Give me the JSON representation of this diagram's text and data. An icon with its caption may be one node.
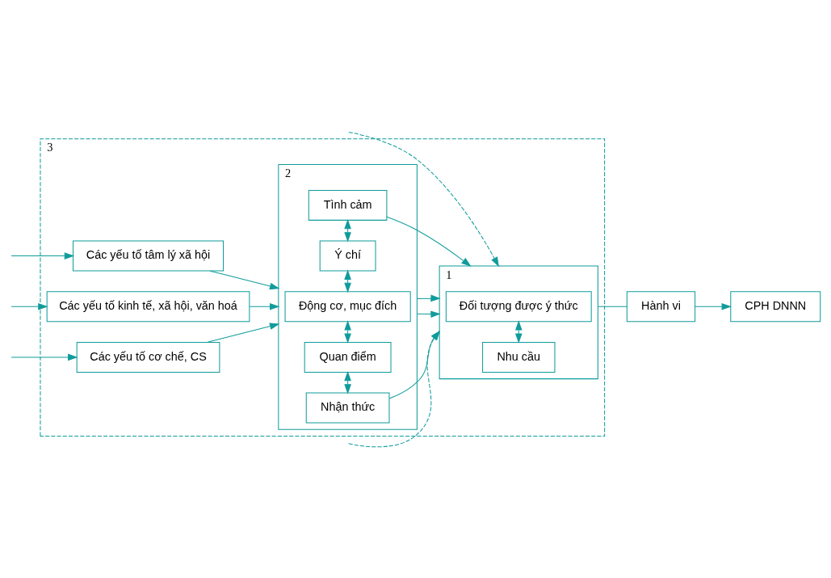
{
  "diagram": {
    "nodes": [
      {
        "text": [
          "3"
        ]
      },
      {
        "text": [
          "Các yếu tố tâm lý xã hội"
        ],
        "in": 0
      },
      {
        "text": [
          "Các yếu tố kinh tế, xã hội, văn hoá"
        ],
        "in": 0
      },
      {
        "text": [
          "Các yếu tố cơ chế, CS"
        ],
        "in": 0
      },
      {
        "text": [
          "2"
        ],
        "in": 0
      },
      {
        "text": [
          "Nhận thức"
        ],
        "in": 4
      },
      {
        "text": [
          "Quan điểm"
        ],
        "in": 4
      },
      {
        "text": [
          "Động cơ, mục đích"
        ],
        "in": 4
      },
      {
        "text": [
          "Ý chí"
        ],
        "in": 4
      },
      {
        "text": [
          "Tình cảm"
        ],
        "in": 4
      },
      {
        "text": [
          "1"
        ],
        "in": 0
      },
      {
        "text": [
          "Nhu cầu"
        ],
        "in": 10
      },
      {
        "text": [
          "Đối tượng được ý thức"
        ],
        "in": 10
      },
      {
        "text": [
          "Hành vi"
        ]
      },
      {
        "text": [
          "CPH DNNN"
        ]
      }
    ],
    "edges": [
      {
        "from": null,
        "to": 1,
        "arrow": "to"
      },
      {
        "from": null,
        "to": 2,
        "arrow": "to"
      },
      {
        "from": null,
        "to": 3,
        "arrow": "to"
      },
      {
        "from": 1,
        "to": 4,
        "arrow": "to"
      },
      {
        "from": 2,
        "to": 4,
        "arrow": "to"
      },
      {
        "from": 3,
        "to": 4,
        "arrow": "to"
      },
      {
        "from": 5,
        "to": 6,
        "arrow": "both"
      },
      {
        "from": 6,
        "to": 7,
        "arrow": "both"
      },
      {
        "from": 7,
        "to": 8,
        "arrow": "both"
      },
      {
        "from": 8,
        "to": 9,
        "arrow": "both"
      },
      {
        "from": 5,
        "to": 10,
        "arrow": "to"
      },
      {
        "from": 4,
        "to": 10,
        "arrow": "to"
      },
      {
        "from": null,
        "to": 10,
        "arrow": "to",
        "style": "dashed"
      },
      {
        "from": 9,
        "to": 10,
        "arrow": "to"
      },
      {
        "from": 4,
        "to": 10,
        "arrow": "to"
      },
      {
        "from": null,
        "to": 10,
        "arrow": "to",
        "style": "dashed"
      },
      {
        "from": 11,
        "to": 12,
        "arrow": "both"
      },
      {
        "from": 10,
        "to": 13,
        "arrow": "none"
      },
      {
        "from": 13,
        "to": 14,
        "arrow": "to"
      }
    ]
  }
}
